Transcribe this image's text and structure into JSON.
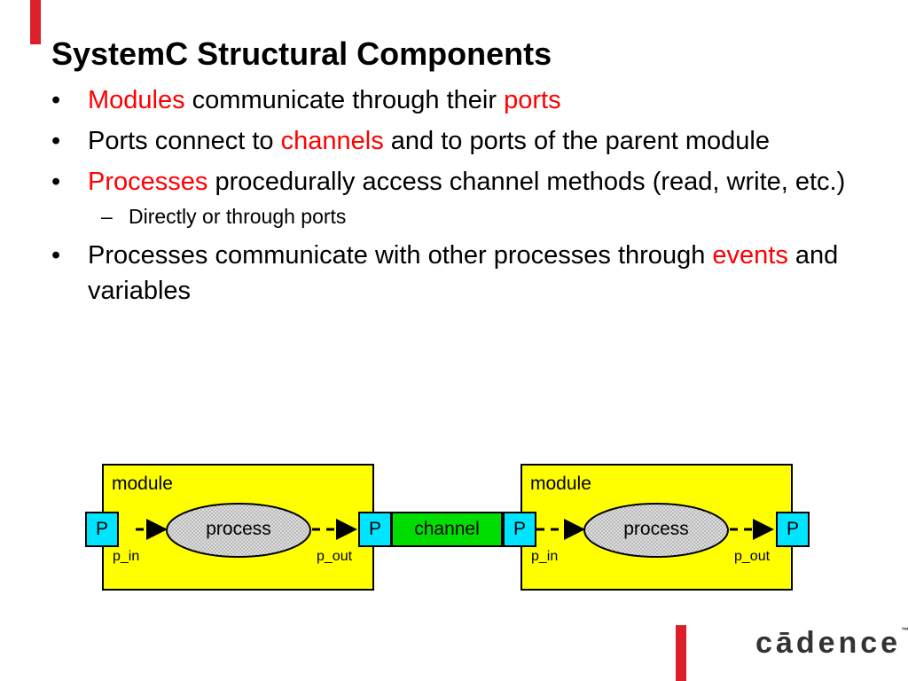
{
  "title": "SystemC Structural Components",
  "bullets": [
    {
      "parts": [
        "Modules",
        " communicate through their ",
        "ports"
      ]
    },
    {
      "parts": [
        "Ports connect to ",
        "channels",
        " and to ports of the parent module"
      ]
    },
    {
      "parts": [
        "Processes",
        " procedurally access channel methods (read, write, etc.)"
      ]
    },
    {
      "sub": "Directly or through ports"
    },
    {
      "parts": [
        "Processes communicate with other processes through ",
        "events",
        " and variables"
      ]
    }
  ],
  "diagram": {
    "module_label": "module",
    "process_label": "process",
    "port_label": "P",
    "channel_label": "channel",
    "p_in_label": "p_in",
    "p_out_label": "p_out",
    "colors": {
      "module": "#ffff00",
      "port": "#00e5ff",
      "channel": "#00dd00",
      "process": "#d0d0d0"
    }
  },
  "logo": {
    "text": "cādence",
    "tm": "™"
  },
  "colors": {
    "accent": "#dd1f2a",
    "highlight": "#ff0000"
  }
}
